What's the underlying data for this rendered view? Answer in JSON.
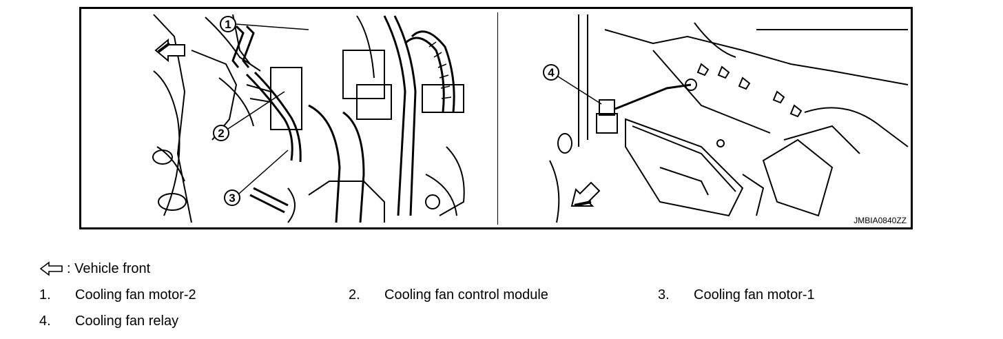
{
  "figure": {
    "figure_id": "JMBIA0840ZZ",
    "callouts": [
      "1",
      "2",
      "3",
      "4"
    ]
  },
  "legend": {
    "front_icon": "outline-arrow-left-icon",
    "front_text": ": Vehicle front"
  },
  "parts": [
    {
      "number": "1.",
      "name": "Cooling fan motor-2"
    },
    {
      "number": "2.",
      "name": "Cooling fan control module"
    },
    {
      "number": "3.",
      "name": "Cooling fan motor-1"
    },
    {
      "number": "4.",
      "name": "Cooling fan relay"
    }
  ]
}
